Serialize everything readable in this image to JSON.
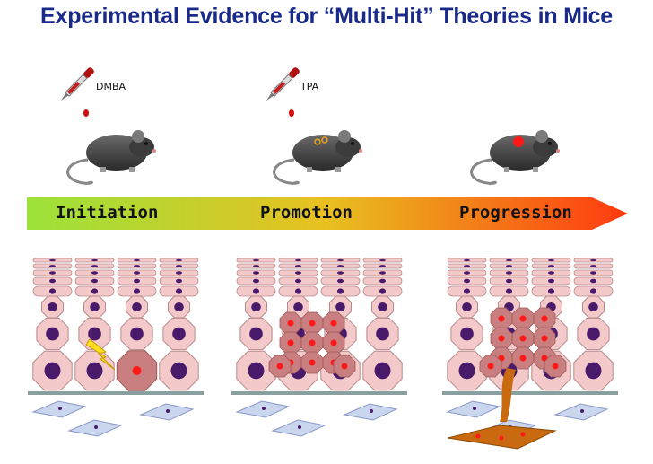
{
  "title": "Experimental Evidence for “Multi-Hit” Theories in Mice",
  "colors": {
    "title": "#1a2a8a",
    "arrow_start": "#9be23a",
    "arrow_mid": "#e8c020",
    "arrow_end": "#ff3a10",
    "cell_fill": "#f4c9c9",
    "cell_stroke": "#b98a8a",
    "nucleus": "#4a1a6a",
    "tumor_cell": "#c97f7f",
    "tumor_nucleus": "#ff1a1a",
    "membrane": "#8aa0a0",
    "fibroblast": "#c9d6ee",
    "metastasis": "#c96a10"
  },
  "stages": [
    {
      "label": "Initiation",
      "agent": "DMBA"
    },
    {
      "label": "Promotion",
      "agent": "TPA"
    },
    {
      "label": "Progression",
      "agent": ""
    }
  ]
}
